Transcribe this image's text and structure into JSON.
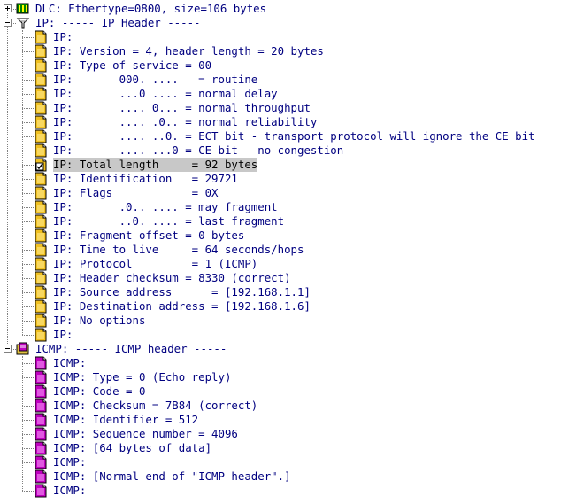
{
  "window": {
    "title": "Packet decode tree"
  },
  "rows": [
    {
      "text": "DLC: Ethertype=0800, size=106 bytes",
      "level": 0,
      "kind": "dlc",
      "toggle": "plus",
      "selected": false
    },
    {
      "text": "IP: ----- IP Header -----",
      "level": 0,
      "kind": "ip-header",
      "toggle": "minus",
      "selected": false
    },
    {
      "text": "IP:",
      "level": 1,
      "kind": "ip",
      "selected": false
    },
    {
      "text": "IP: Version = 4, header length = 20 bytes",
      "level": 1,
      "kind": "ip",
      "selected": false
    },
    {
      "text": "IP: Type of service = 00",
      "level": 1,
      "kind": "ip",
      "selected": false
    },
    {
      "text": "IP:       000. ....   = routine",
      "level": 1,
      "kind": "ip",
      "selected": false
    },
    {
      "text": "IP:       ...0 .... = normal delay",
      "level": 1,
      "kind": "ip",
      "selected": false
    },
    {
      "text": "IP:       .... 0... = normal throughput",
      "level": 1,
      "kind": "ip",
      "selected": false
    },
    {
      "text": "IP:       .... .0.. = normal reliability",
      "level": 1,
      "kind": "ip",
      "selected": false
    },
    {
      "text": "IP:       .... ..0. = ECT bit - transport protocol will ignore the CE bit",
      "level": 1,
      "kind": "ip",
      "selected": false
    },
    {
      "text": "IP:       .... ...0 = CE bit - no congestion",
      "level": 1,
      "kind": "ip",
      "selected": false
    },
    {
      "text": "IP: Total length     = 92 bytes",
      "level": 1,
      "kind": "ip-checked",
      "selected": true
    },
    {
      "text": "IP: Identification   = 29721",
      "level": 1,
      "kind": "ip",
      "selected": false
    },
    {
      "text": "IP: Flags            = 0X",
      "level": 1,
      "kind": "ip",
      "selected": false
    },
    {
      "text": "IP:       .0.. .... = may fragment",
      "level": 1,
      "kind": "ip",
      "selected": false
    },
    {
      "text": "IP:       ..0. .... = last fragment",
      "level": 1,
      "kind": "ip",
      "selected": false
    },
    {
      "text": "IP: Fragment offset = 0 bytes",
      "level": 1,
      "kind": "ip",
      "selected": false
    },
    {
      "text": "IP: Time to live     = 64 seconds/hops",
      "level": 1,
      "kind": "ip",
      "selected": false
    },
    {
      "text": "IP: Protocol         = 1 (ICMP)",
      "level": 1,
      "kind": "ip",
      "selected": false
    },
    {
      "text": "IP: Header checksum = 8330 (correct)",
      "level": 1,
      "kind": "ip",
      "selected": false
    },
    {
      "text": "IP: Source address      = [192.168.1.1]",
      "level": 1,
      "kind": "ip",
      "selected": false
    },
    {
      "text": "IP: Destination address = [192.168.1.6]",
      "level": 1,
      "kind": "ip",
      "selected": false
    },
    {
      "text": "IP: No options",
      "level": 1,
      "kind": "ip",
      "selected": false
    },
    {
      "text": "IP:",
      "level": 1,
      "kind": "ip",
      "selected": false
    },
    {
      "text": "ICMP: ----- ICMP header -----",
      "level": 0,
      "kind": "icmp-header",
      "toggle": "minus",
      "selected": false
    },
    {
      "text": "ICMP:",
      "level": 1,
      "kind": "icmp",
      "selected": false
    },
    {
      "text": "ICMP: Type = 0 (Echo reply)",
      "level": 1,
      "kind": "icmp",
      "selected": false
    },
    {
      "text": "ICMP: Code = 0",
      "level": 1,
      "kind": "icmp",
      "selected": false
    },
    {
      "text": "ICMP: Checksum = 7B84 (correct)",
      "level": 1,
      "kind": "icmp",
      "selected": false
    },
    {
      "text": "ICMP: Identifier = 512",
      "level": 1,
      "kind": "icmp",
      "selected": false
    },
    {
      "text": "ICMP: Sequence number = 4096",
      "level": 1,
      "kind": "icmp",
      "selected": false
    },
    {
      "text": "ICMP: [64 bytes of data]",
      "level": 1,
      "kind": "icmp",
      "selected": false
    },
    {
      "text": "ICMP:",
      "level": 1,
      "kind": "icmp",
      "selected": false
    },
    {
      "text": "ICMP: [Normal end of \"ICMP header\".]",
      "level": 1,
      "kind": "icmp",
      "selected": false
    },
    {
      "text": "ICMP:",
      "level": 1,
      "kind": "icmp",
      "selected": false
    }
  ],
  "colors": {
    "text": "#000080",
    "selection": "#c8c8c8",
    "ip_icon": "#f0c020",
    "icmp_icon": "#c000c0",
    "dlc_icon": "#008000"
  },
  "icons": {
    "dlc": "network-adapter-icon",
    "ip-header": "protocol-tree-icon",
    "ip": "ip-page-icon",
    "ip-checked": "checked-page-icon",
    "icmp-header": "icmp-folder-icon",
    "icmp": "icmp-page-icon"
  }
}
